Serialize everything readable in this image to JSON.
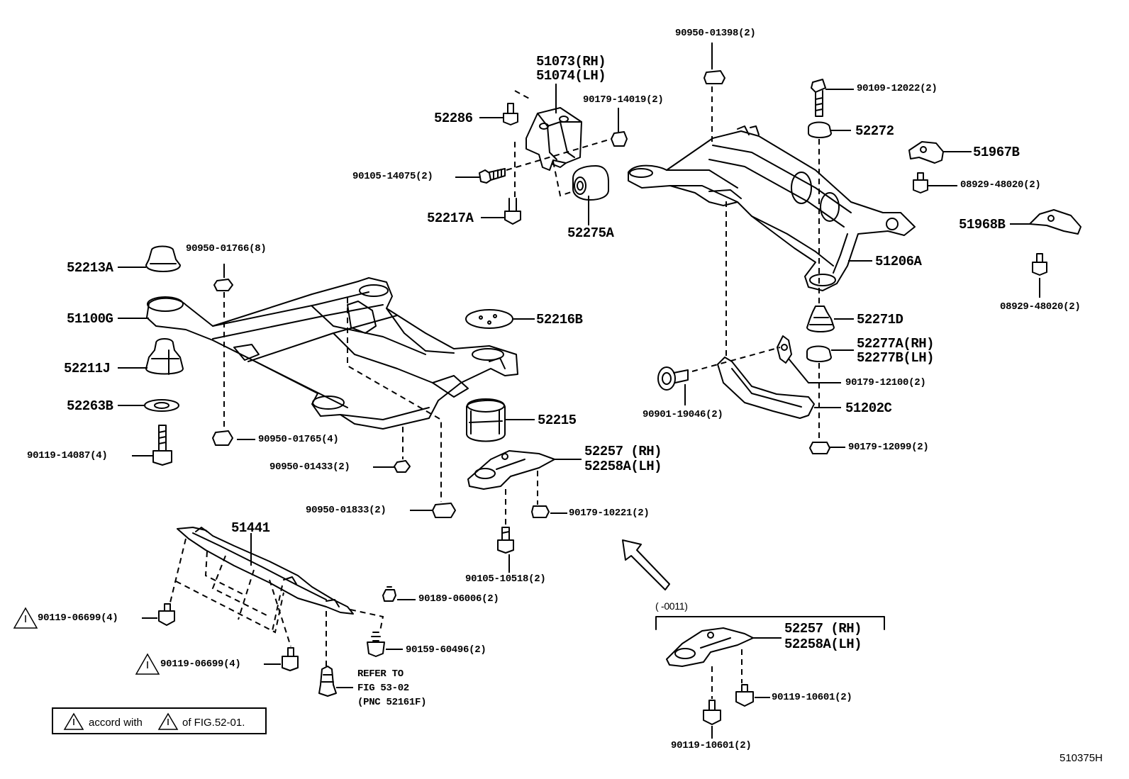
{
  "labels": {
    "p90950_01398": "90950-01398(2)",
    "p51073": "51073(RH)",
    "p51074": "51074(LH)",
    "p90179_14019": "90179-14019(2)",
    "p52286": "52286",
    "p90105_14075": "90105-14075(2)",
    "p52217A": "52217A",
    "p52275A": "52275A",
    "p90109_12022": "90109-12022(2)",
    "p52272": "52272",
    "p51967B": "51967B",
    "p08929_48020a": "08929-48020(2)",
    "p51968B": "51968B",
    "p08929_48020b": "08929-48020(2)",
    "p51206A": "51206A",
    "p52213A": "52213A",
    "p90950_01766": "90950-01766(8)",
    "p51100G": "51100G",
    "p52216B": "52216B",
    "p52211J": "52211J",
    "p52263B": "52263B",
    "p90119_14087": "90119-14087(4)",
    "p90950_01765": "90950-01765(4)",
    "p90950_01433": "90950-01433(2)",
    "p90950_01833": "90950-01833(2)",
    "p52215": "52215",
    "p52257a": "52257 (RH)",
    "p52258Aa": "52258A(LH)",
    "p90179_10221": "90179-10221(2)",
    "p90105_10518": "90105-10518(2)",
    "p52271D": "52271D",
    "p52277A": "52277A(RH)",
    "p52277B": "52277B(LH)",
    "p90179_12100": "90179-12100(2)",
    "p90901_19046": "90901-19046(2)",
    "p51202C": "51202C",
    "p90179_12099": "90179-12099(2)",
    "p51441": "51441",
    "p90119_06699a": "90119-06699(4)",
    "p90119_06699b": "90119-06699(4)",
    "p90189_06006": "90189-06006(2)",
    "p90159_60496": "90159-60496(2)",
    "refer1": "REFER TO",
    "refer2": "FIG 53-02",
    "refer3": "(PNC 52161F)",
    "range": "(    -0011)",
    "p52257b": "52257 (RH)",
    "p52258Ab": "52258A(LH)",
    "p90119_10601a": "90119-10601(2)",
    "p90119_10601b": "90119-10601(2)",
    "figure_id": "510375H"
  },
  "note": {
    "part1": "accord with",
    "part2": "of FIG.52-01.",
    "warning_icon": "warning-triangle-icon"
  },
  "colors": {
    "ink": "#000000",
    "paper": "#ffffff"
  }
}
